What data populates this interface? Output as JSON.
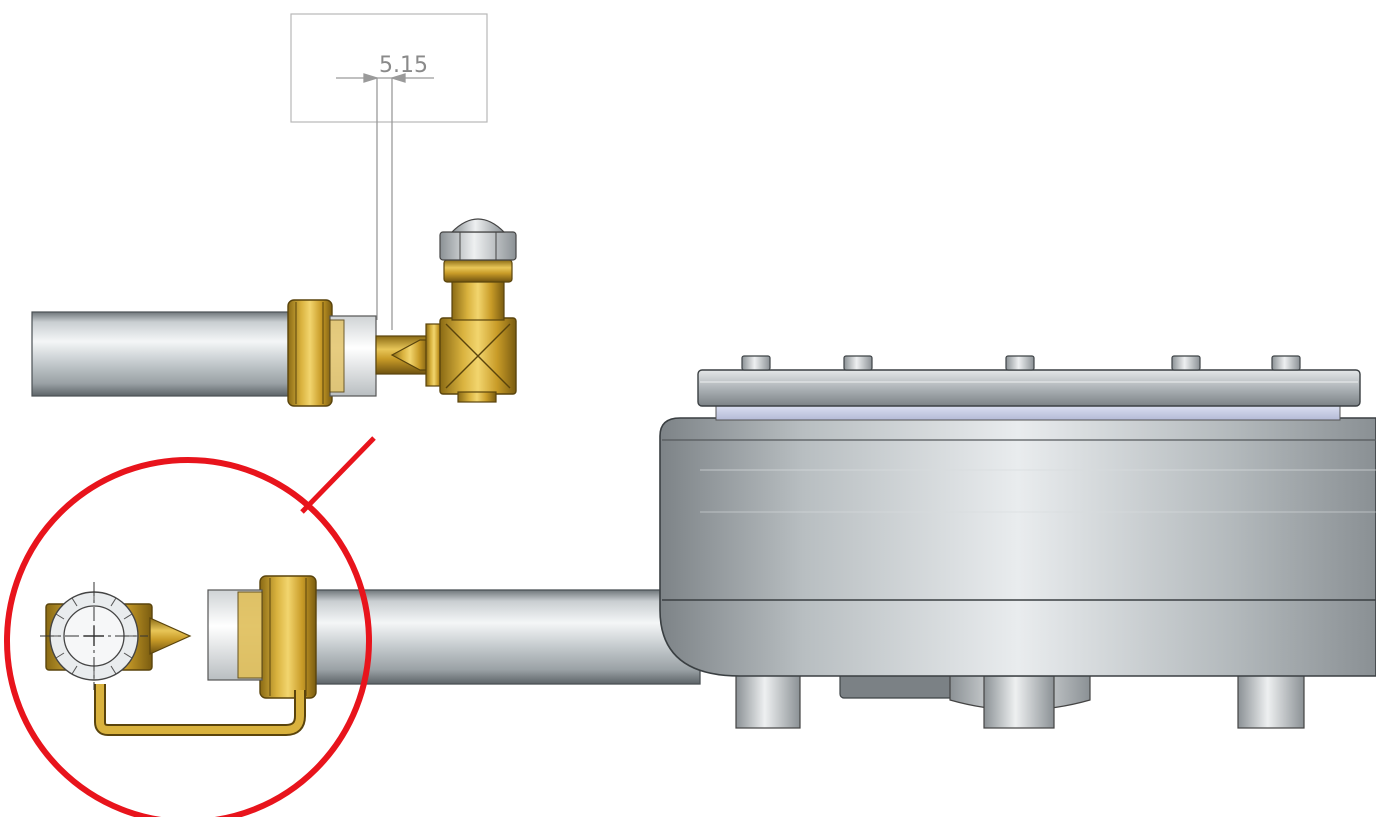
{
  "drawing": {
    "dimension_value": "5.15"
  },
  "colors": {
    "brass_light": "#e9c75a",
    "brass_mid": "#c9a02e",
    "brass_dark": "#6e5210",
    "steel_light": "#f2f4f5",
    "steel_mid": "#b9bfc3",
    "steel_dark": "#5d6468",
    "highlight_circle": "#e8141c",
    "dimension_lines": "#9a9a9a"
  },
  "icons": [
    "magnifier-callout-circle",
    "crosshair-center-mark"
  ]
}
